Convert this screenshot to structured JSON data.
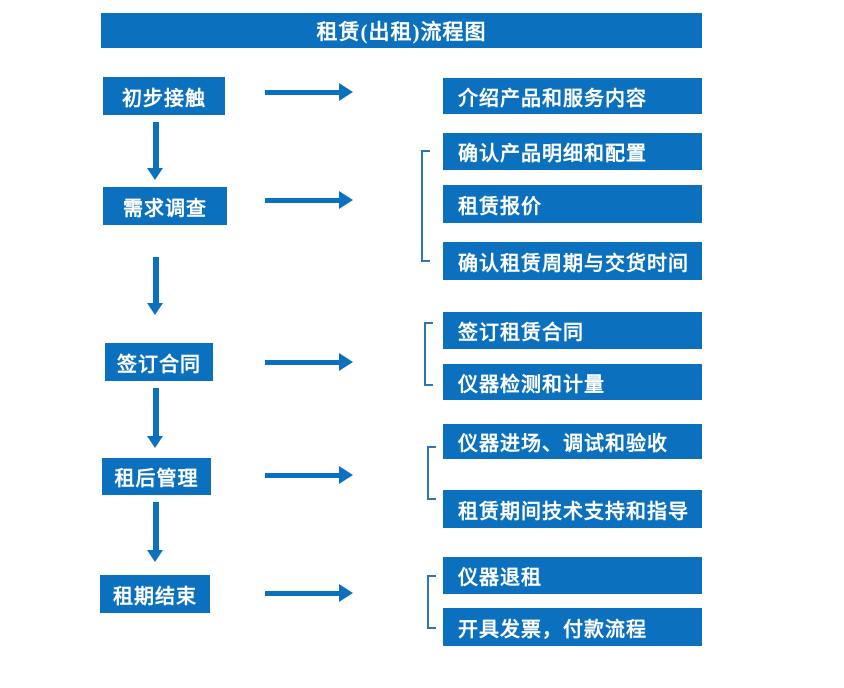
{
  "title": "租赁(出租)流程图",
  "colors": {
    "primary_blue": "#0b70bd",
    "bracket_blue": "#2e75b6",
    "text_white": "#ffffff",
    "background": "#ffffff"
  },
  "flow": {
    "steps": [
      {
        "label": "初步接触",
        "substeps": [
          "介绍产品和服务内容"
        ]
      },
      {
        "label": "需求调查",
        "substeps": [
          "确认产品明细和配置",
          "租赁报价",
          "确认租赁周期与交货时间"
        ]
      },
      {
        "label": "签订合同",
        "substeps": [
          "签订租赁合同",
          "仪器检测和计量"
        ]
      },
      {
        "label": "租后管理",
        "substeps": [
          "仪器进场、调试和验收",
          "租赁期间技术支持和指导"
        ]
      },
      {
        "label": "租期结束",
        "substeps": [
          "仪器退租",
          "开具发票，付款流程"
        ]
      }
    ]
  }
}
